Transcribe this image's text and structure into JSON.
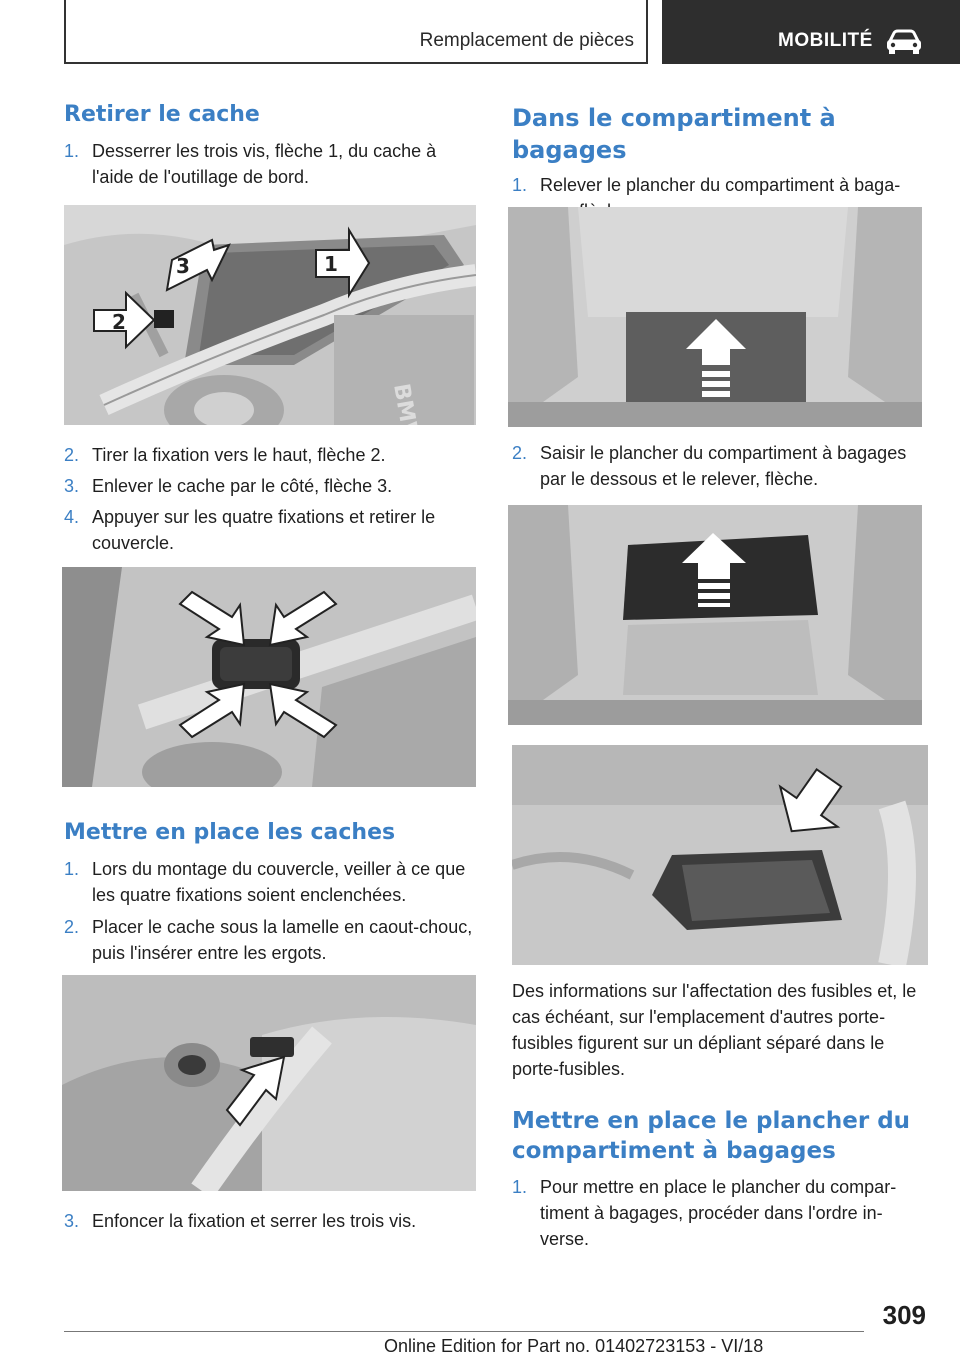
{
  "header": {
    "chapter_title": "Remplacement de pièces",
    "section_label": "MOBILITÉ",
    "section_icon": "car-icon"
  },
  "left": {
    "sec1_title": "Retirer le cache",
    "sec1_steps": [
      {
        "num": "1.",
        "text": "Desserrer les trois vis, flèche 1, du cache à l'aide de l'outillage de bord."
      },
      {
        "num": "2.",
        "text": "Tirer la fixation vers le haut, flèche 2."
      },
      {
        "num": "3.",
        "text": "Enlever le cache par le côté, flèche 3."
      },
      {
        "num": "4.",
        "text": "Appuyer sur les quatre fixations et retirer le couvercle."
      }
    ],
    "photo1_labels": [
      "3",
      "1",
      "2"
    ],
    "photo1_logo": "BMW",
    "sec2_title": "Mettre en place les caches",
    "sec2_steps": [
      {
        "num": "1.",
        "text": "Lors du montage du couvercle, veiller à ce que les quatre fixations soient enclenchées."
      },
      {
        "num": "2.",
        "text": "Placer le cache sous la lamelle en caout-chouc, puis l'insérer entre les ergots."
      },
      {
        "num": "3.",
        "text": "Enfoncer la fixation et serrer les trois vis."
      }
    ]
  },
  "right": {
    "sec1_title": "Dans le compartiment à bagages",
    "sec1_steps": [
      {
        "num": "1.",
        "text": "Relever le plancher du compartiment à baga-ges, flèche."
      },
      {
        "num": "2.",
        "text": "Saisir le plancher du compartiment à bagages par le dessous et le relever, flèche."
      }
    ],
    "paragraph": "Des informations sur l'affectation des fusibles et, le cas échéant, sur l'emplacement d'autres porte-fusibles figurent sur un dépliant séparé dans le porte-fusibles.",
    "sec2_title": "Mettre en place le plancher du compartiment à bagages",
    "sec2_steps": [
      {
        "num": "1.",
        "text": "Pour mettre en place le plancher du compar-timent à bagages, procéder dans l'ordre in-verse."
      }
    ]
  },
  "footer": {
    "page_number": "309",
    "edition": "Online Edition for Part no. 01402723153 - VI/18"
  },
  "colors": {
    "accent": "#3b7fc4",
    "header_dark": "#2e2e2e",
    "photo_gray": "#bfbfbf"
  }
}
